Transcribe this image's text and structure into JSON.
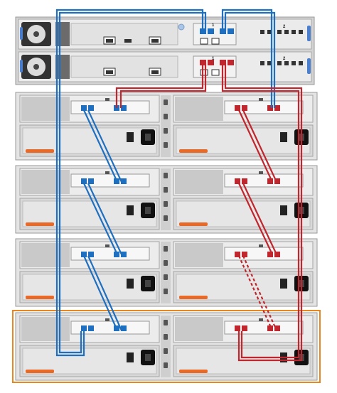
{
  "controller": {
    "port_labels": [
      "1",
      "2"
    ]
  },
  "shelves": [
    {
      "id": "shelf-1",
      "highlighted": false
    },
    {
      "id": "shelf-2",
      "highlighted": false
    },
    {
      "id": "shelf-3",
      "highlighted": false
    },
    {
      "id": "shelf-4",
      "highlighted": true
    }
  ],
  "cables": {
    "path_a_color": "#1f6fc0",
    "path_b_color": "#c0262d",
    "pending_style": "dashed"
  },
  "colors": {
    "chassis": "#e4e4e4",
    "chassis_border": "#9a9a9a",
    "psu": "#d8d8d8",
    "highlight": "#e8871e",
    "latch": "#e86a28"
  }
}
